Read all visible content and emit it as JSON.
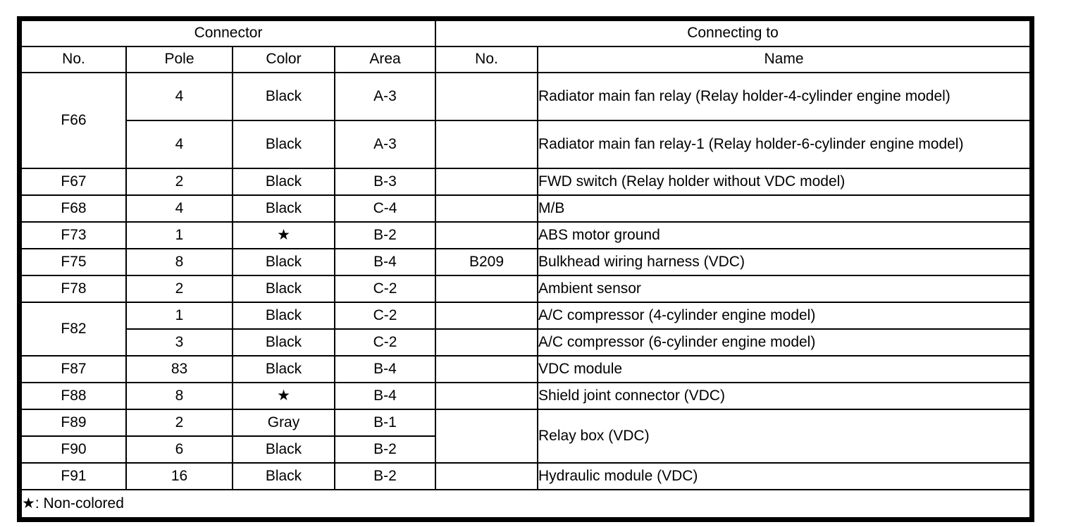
{
  "table": {
    "group_headers": {
      "connector": "Connector",
      "connecting_to": "Connecting to"
    },
    "columns": {
      "no": "No.",
      "pole": "Pole",
      "color": "Color",
      "area": "Area",
      "connecting_no": "No.",
      "connecting_name": "Name"
    },
    "rows": [
      {
        "no": "F66",
        "no_rowspan": 2,
        "pole": "4",
        "color": "Black",
        "area": "A-3",
        "connecting_no": "",
        "connecting_name": "Radiator main fan relay (Relay holder-4-cylinder engine model)",
        "name_two_line": true
      },
      {
        "no": "",
        "pole": "4",
        "color": "Black",
        "area": "A-3",
        "connecting_no": "",
        "connecting_name": "Radiator main fan relay-1 (Relay holder-6-cylinder engine model)",
        "name_two_line": true
      },
      {
        "no": "F67",
        "pole": "2",
        "color": "Black",
        "area": "B-3",
        "connecting_no": "",
        "connecting_name": "FWD switch (Relay holder without VDC model)"
      },
      {
        "no": "F68",
        "pole": "4",
        "color": "Black",
        "area": "C-4",
        "connecting_no": "",
        "connecting_name": "M/B"
      },
      {
        "no": "F73",
        "pole": "1",
        "color": "★",
        "area": "B-2",
        "connecting_no": "",
        "connecting_name": "ABS motor ground"
      },
      {
        "no": "F75",
        "pole": "8",
        "color": "Black",
        "area": "B-4",
        "connecting_no": "B209",
        "connecting_name": "Bulkhead wiring harness (VDC)"
      },
      {
        "no": "F78",
        "pole": "2",
        "color": "Black",
        "area": "C-2",
        "connecting_no": "",
        "connecting_name": "Ambient sensor"
      },
      {
        "no": "F82",
        "no_rowspan": 2,
        "pole": "1",
        "color": "Black",
        "area": "C-2",
        "connecting_no": "",
        "connecting_name": "A/C compressor (4-cylinder engine model)"
      },
      {
        "no": "",
        "pole": "3",
        "color": "Black",
        "area": "C-2",
        "connecting_no": "",
        "connecting_name": "A/C compressor (6-cylinder engine model)"
      },
      {
        "no": "F87",
        "pole": "83",
        "color": "Black",
        "area": "B-4",
        "connecting_no": "",
        "connecting_name": "VDC module"
      },
      {
        "no": "F88",
        "pole": "8",
        "color": "★",
        "area": "B-4",
        "connecting_no": "",
        "connecting_name": "Shield joint connector (VDC)"
      },
      {
        "no": "F89",
        "pole": "2",
        "color": "Gray",
        "area": "B-1",
        "connecting_no": "",
        "connecting_no_rowspan": 2,
        "connecting_name": "Relay box (VDC)",
        "name_rowspan": 2
      },
      {
        "no": "F90",
        "pole": "6",
        "color": "Black",
        "area": "B-2"
      },
      {
        "no": "F91",
        "pole": "16",
        "color": "Black",
        "area": "B-2",
        "connecting_no": "",
        "connecting_name": "Hydraulic module (VDC)"
      }
    ],
    "footnote": "★: Non-colored"
  }
}
